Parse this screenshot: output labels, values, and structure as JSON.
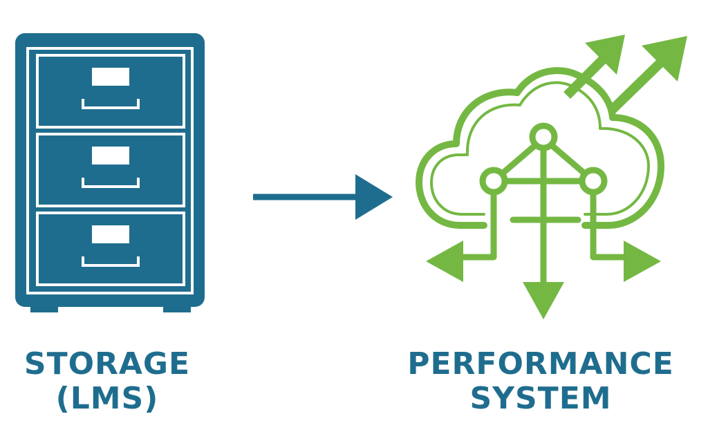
{
  "colors": {
    "storage_blue": "#1f6d8e",
    "performance_green": "#74b843",
    "arrow_blue": "#1f6d8e",
    "text_blue": "#1f6d8e",
    "background": "#ffffff"
  },
  "storage": {
    "icon": "file-cabinet-icon",
    "label_line1": "STORAGE",
    "label_line2": "(LMS)"
  },
  "connector": {
    "icon": "arrow-right-icon"
  },
  "performance": {
    "icon": "cloud-network-icon",
    "label_line1": "PERFORMANCE",
    "label_line2": "SYSTEM"
  }
}
